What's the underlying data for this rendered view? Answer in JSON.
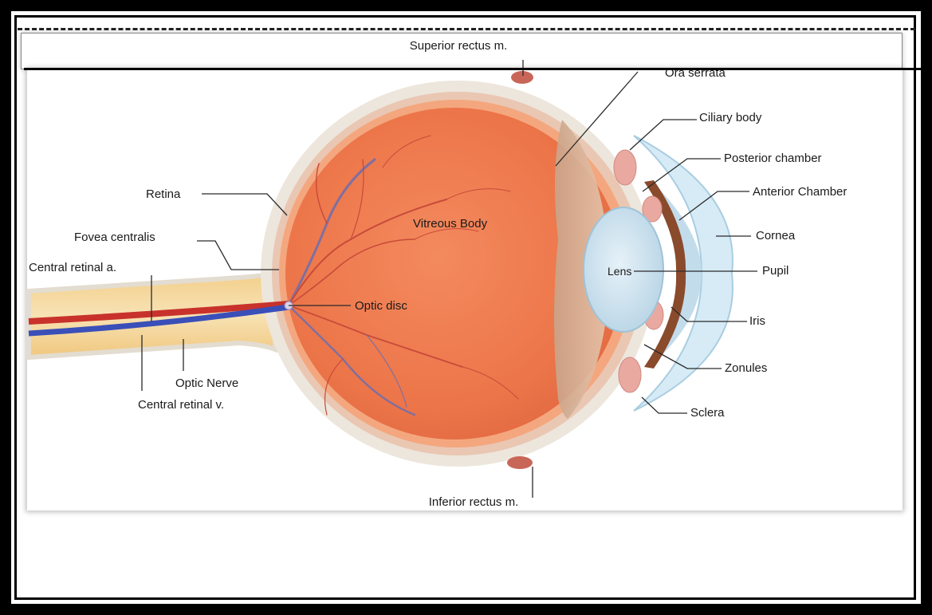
{
  "labels": {
    "superior_rectus": "Superior rectus m.",
    "ora_serrata": "Ora serrata",
    "ciliary_body": "Ciliary body",
    "posterior_chamber": "Posterior chamber",
    "anterior_chamber": "Anterior Chamber",
    "cornea": "Cornea",
    "pupil": "Pupil",
    "iris": "Iris",
    "zonules": "Zonules",
    "sclera": "Sclera",
    "inferior_rectus": "Inferior rectus m.",
    "retina": "Retina",
    "fovea_centralis": "Fovea centralis",
    "central_retinal_artery": "Central retinal a.",
    "optic_disc": "Optic disc",
    "optic_nerve": "Optic Nerve",
    "central_retinal_vein": "Central retinal v.",
    "vitreous_body": "Vitreous Body",
    "lens": "Lens"
  },
  "colors": {
    "vitreous": "#ee7a52",
    "sclera": "#ede6dc",
    "choroid": "#f4a77e",
    "lens": "#cfe3ef",
    "cornea": "#d6ebf5",
    "iris": "#8a4a2c",
    "artery": "#c8322b",
    "vein": "#3a4fb8",
    "nerve": "#f5d9a0"
  }
}
